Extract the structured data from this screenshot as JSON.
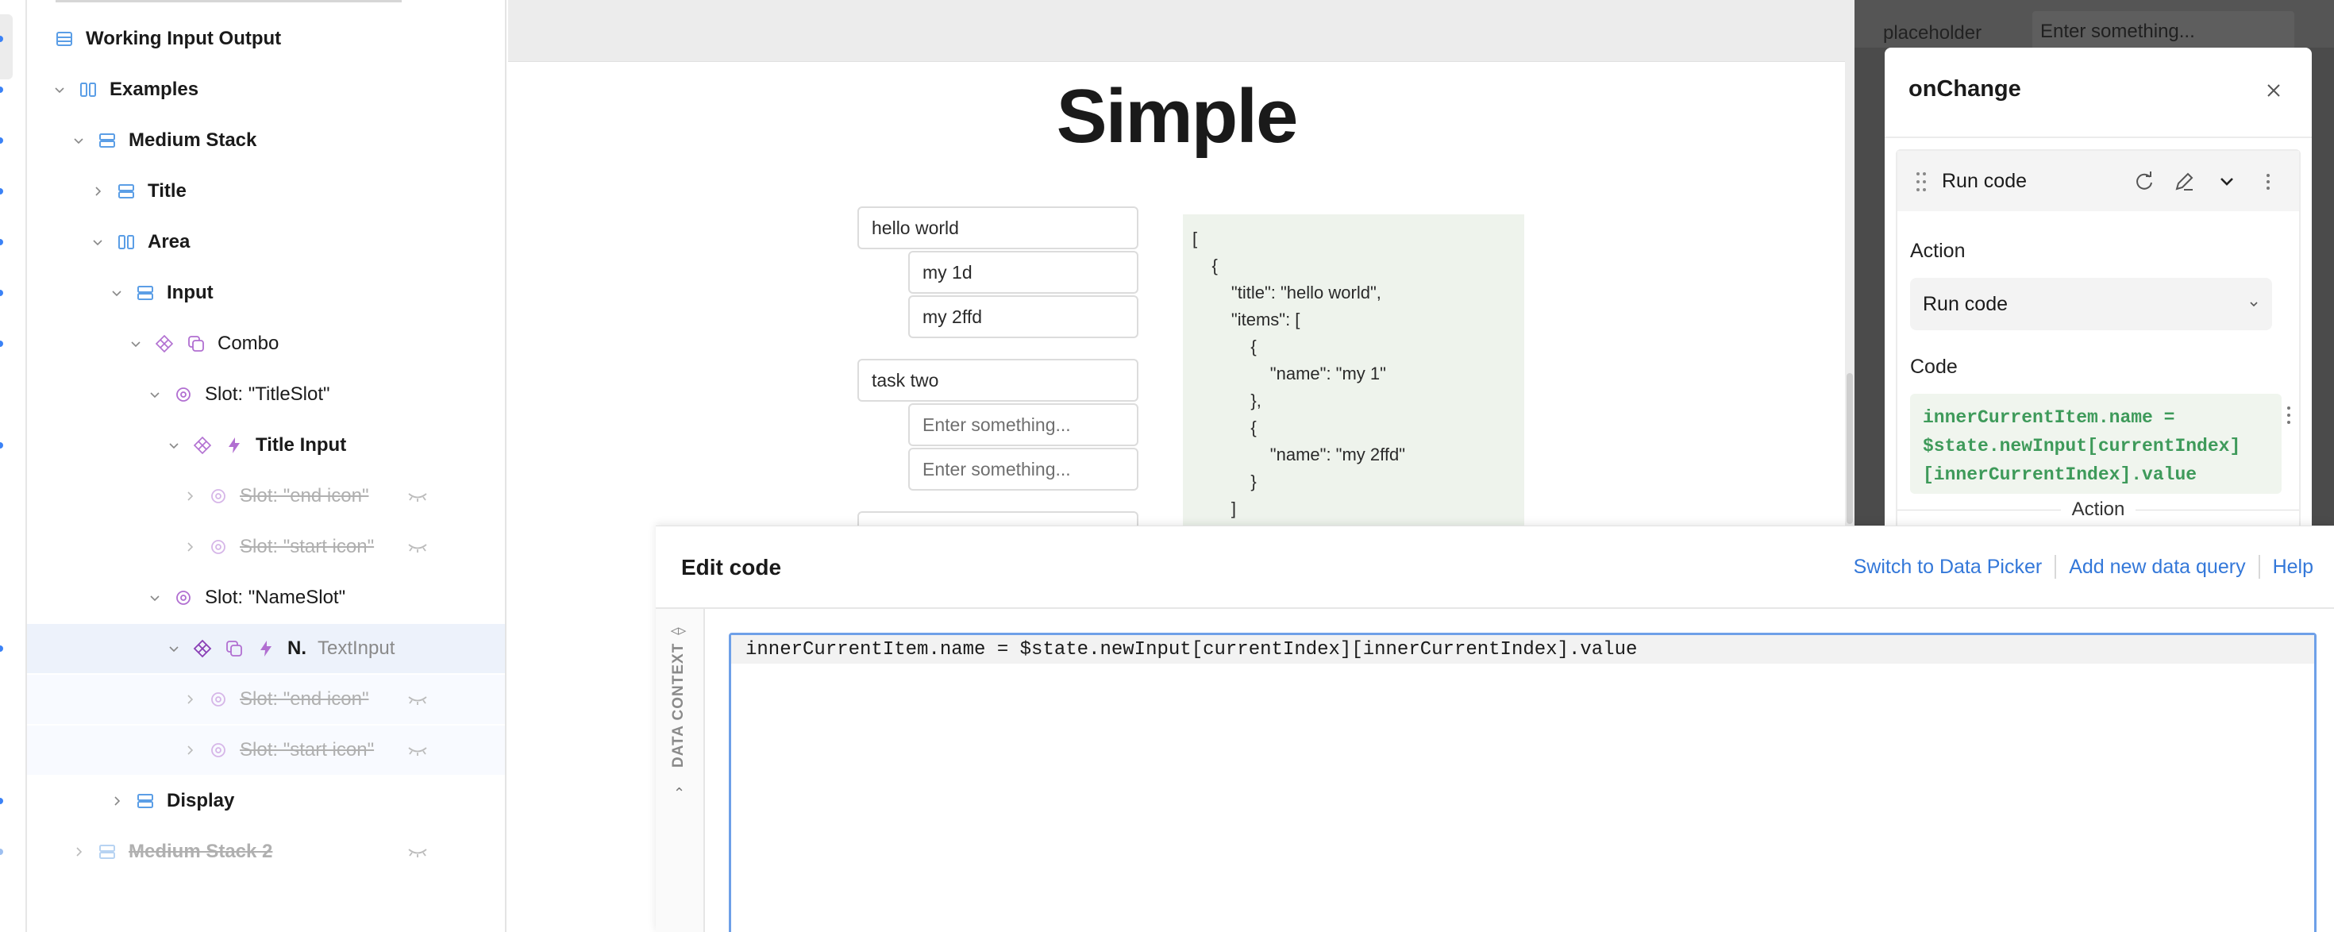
{
  "tree": {
    "items": [
      {
        "label": "Working Input Output",
        "bold": true
      },
      {
        "label": "Examples",
        "bold": true
      },
      {
        "label": "Medium Stack",
        "bold": true
      },
      {
        "label": "Title",
        "bold": true
      },
      {
        "label": "Area",
        "bold": true
      },
      {
        "label": "Input",
        "bold": true
      },
      {
        "label": "Combo",
        "bold": false
      },
      {
        "label": "Slot: \"TitleSlot\"",
        "bold": false
      },
      {
        "label": "Title Input",
        "bold": true
      },
      {
        "label": "Slot: \"end icon\"",
        "hidden": true
      },
      {
        "label": "Slot: \"start icon\"",
        "hidden": true
      },
      {
        "label": "Slot: \"NameSlot\"",
        "bold": false
      },
      {
        "label": "N.",
        "secondary": "TextInput",
        "bold": true,
        "selected": true
      },
      {
        "label": "Slot: \"end icon\"",
        "hidden": true
      },
      {
        "label": "Slot: \"start icon\"",
        "hidden": true
      },
      {
        "label": "Display",
        "bold": true
      },
      {
        "label": "Medium Stack 2",
        "hidden": true
      }
    ]
  },
  "canvas": {
    "heading": "Simple",
    "groups": [
      {
        "title": "hello world",
        "items": [
          "my 1d",
          "my 2ffd"
        ]
      },
      {
        "title": "task two",
        "items": [],
        "item_placeholders": [
          "Enter something...",
          "Enter something..."
        ]
      }
    ],
    "json_output": "[\n\t{\n\t\t\"title\": \"hello world\",\n\t\t\"items\": [\n\t\t\t{\n\t\t\t\t\"name\": \"my 1\"\n\t\t\t},\n\t\t\t{\n\t\t\t\t\"name\": \"my 2ffd\"\n\t\t\t}\n\t\t]\n\t},"
  },
  "props_panel": {
    "placeholder_label": "placeholder",
    "placeholder_value": "Enter something..."
  },
  "onchange_modal": {
    "title": "onChange",
    "step_name": "Run code",
    "action_label": "Action",
    "action_value": "Run code",
    "code_label": "Code",
    "code_preview": "innerCurrentItem.name =\n$state.newInput[currentIndex]\n[innerCurrentIndex].value",
    "next_section": "Action"
  },
  "edit_code": {
    "title": "Edit code",
    "links": [
      "Switch to Data Picker",
      "Add new data query",
      "Help"
    ],
    "data_context_label": "DATA CONTEXT",
    "code": "innerCurrentItem.name = $state.newInput[currentIndex][innerCurrentIndex].value"
  },
  "colors": {
    "accent": "#3b82f6",
    "link": "#3478d9",
    "code_green": "#3e9a5a",
    "component_purple": "#b16fd1",
    "layout_blue": "#5b9ee6"
  }
}
